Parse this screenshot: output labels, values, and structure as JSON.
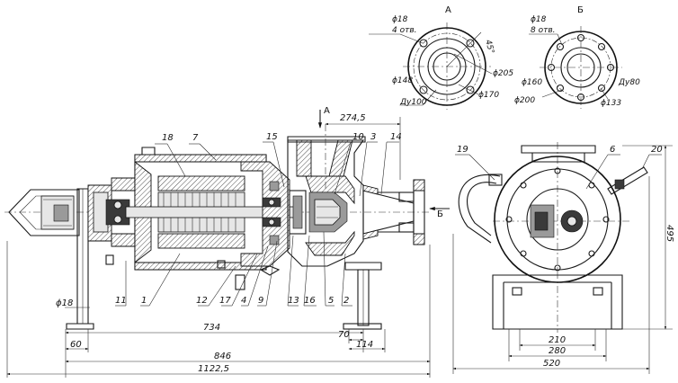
{
  "views": {
    "view_a_label": "А",
    "view_b_label": "Б",
    "section_arrow_a": "А",
    "section_arrow_b": "Б"
  },
  "view_a": {
    "d18": "ϕ18",
    "holes": "4 отв.",
    "angle": "45°",
    "d205": "ϕ205",
    "d148": "ϕ148",
    "d170": "ϕ170",
    "dn": "Ду100"
  },
  "view_b": {
    "d18": "ϕ18",
    "holes": "8 отв.",
    "d160": "ϕ160",
    "dn": "Ду80",
    "d200": "ϕ200",
    "d133": "ϕ133"
  },
  "dimensions": {
    "d274": "274,5",
    "d18": "ϕ18",
    "d734": "734",
    "d60": "60",
    "d70": "70",
    "d114": "114",
    "d846": "846",
    "d1122": "1122,5",
    "d495": "495",
    "d210": "210",
    "d280": "280",
    "d520": "520"
  },
  "callouts": {
    "c18": "18",
    "c7": "7",
    "c15": "15",
    "c10": "10",
    "c3": "3",
    "c14": "14",
    "c11": "11",
    "c1": "1",
    "c12": "12",
    "c17": "17",
    "c4": "4",
    "c9": "9",
    "c13": "13",
    "c16": "16",
    "c5": "5",
    "c2": "2",
    "c19": "19",
    "c6": "6",
    "c20": "20"
  }
}
